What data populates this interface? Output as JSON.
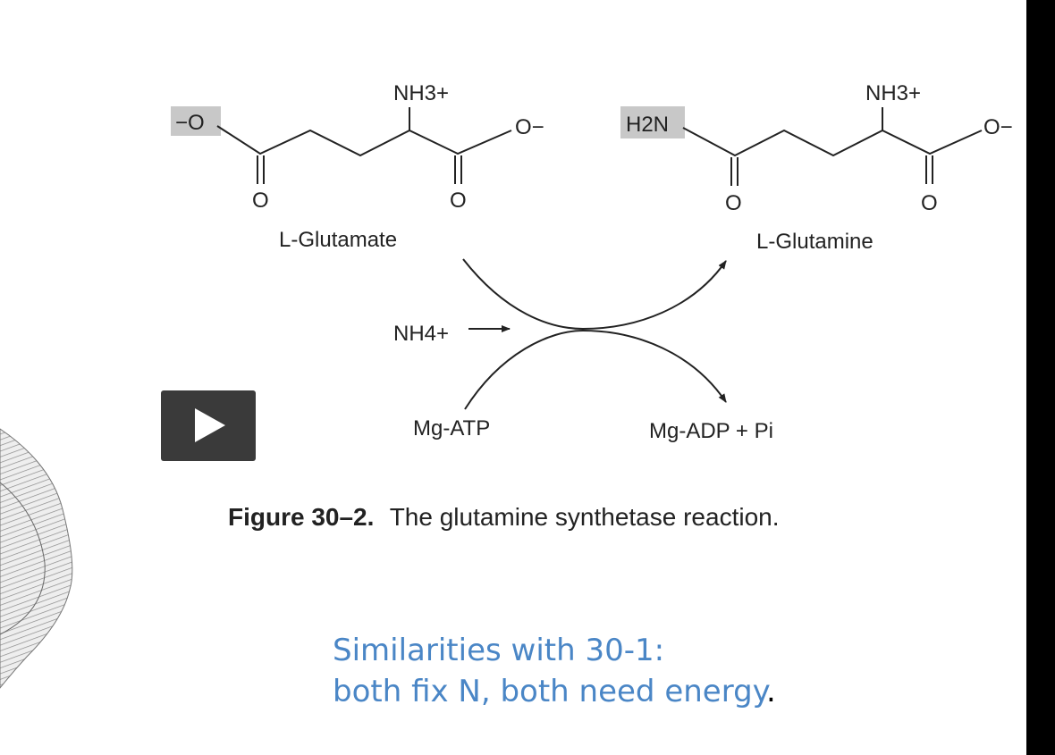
{
  "reaction": {
    "glutamate": {
      "amine_group": "NH3+",
      "carboxylate_right": "O−",
      "highlight_group": "−O",
      "carbonyl_o_left": "O",
      "carbonyl_o_right": "O",
      "name": "L-Glutamate"
    },
    "glutamine": {
      "amine_group": "NH3+",
      "carboxylate_right": "O−",
      "highlight_group": "H2N",
      "carbonyl_o_left": "O",
      "carbonyl_o_right": "O",
      "name": "L-Glutamine"
    },
    "inputs": {
      "ammonium": "NH4+",
      "atp": "Mg-ATP"
    },
    "outputs": {
      "adp": "Mg-ADP + Pi"
    }
  },
  "caption": {
    "number": "Figure 30–2.",
    "text": "The glutamine synthetase reaction."
  },
  "notes": {
    "line1": "Similarities with 30-1:",
    "line2_pre": "both fix N, both need ",
    "line2_word": "energy",
    "line2_end": "."
  },
  "colors": {
    "note_text": "#4a86c6",
    "highlight_box": "#c8c8c8",
    "play_button": "#3a3a3a"
  },
  "controls": {
    "play_icon": "play-icon"
  }
}
